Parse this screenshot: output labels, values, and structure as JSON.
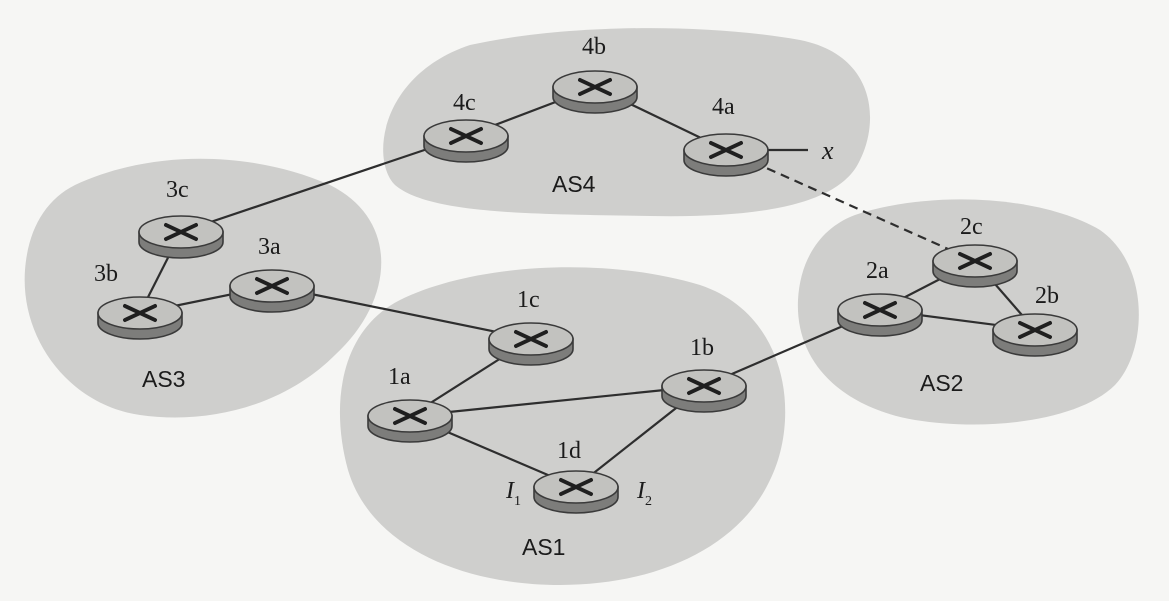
{
  "autonomous_systems": [
    {
      "id": "as1",
      "label": "AS1"
    },
    {
      "id": "as2",
      "label": "AS2"
    },
    {
      "id": "as3",
      "label": "AS3"
    },
    {
      "id": "as4",
      "label": "AS4"
    }
  ],
  "routers": [
    {
      "id": "1a",
      "label": "1a"
    },
    {
      "id": "1b",
      "label": "1b"
    },
    {
      "id": "1c",
      "label": "1c"
    },
    {
      "id": "1d",
      "label": "1d"
    },
    {
      "id": "2a",
      "label": "2a"
    },
    {
      "id": "2b",
      "label": "2b"
    },
    {
      "id": "2c",
      "label": "2c"
    },
    {
      "id": "3a",
      "label": "3a"
    },
    {
      "id": "3b",
      "label": "3b"
    },
    {
      "id": "3c",
      "label": "3c"
    },
    {
      "id": "4a",
      "label": "4a"
    },
    {
      "id": "4b",
      "label": "4b"
    },
    {
      "id": "4c",
      "label": "4c"
    }
  ],
  "links": [
    {
      "from": "4c",
      "to": "4b",
      "style": "solid"
    },
    {
      "from": "4b",
      "to": "4a",
      "style": "solid"
    },
    {
      "from": "3c",
      "to": "4c",
      "style": "solid"
    },
    {
      "from": "3c",
      "to": "3b",
      "style": "solid"
    },
    {
      "from": "3b",
      "to": "3a",
      "style": "solid"
    },
    {
      "from": "3a",
      "to": "1c",
      "style": "solid"
    },
    {
      "from": "1c",
      "to": "1a",
      "style": "solid"
    },
    {
      "from": "1a",
      "to": "1b",
      "style": "solid"
    },
    {
      "from": "1a",
      "to": "1d",
      "style": "solid"
    },
    {
      "from": "1d",
      "to": "1b",
      "style": "solid"
    },
    {
      "from": "1b",
      "to": "2a",
      "style": "solid"
    },
    {
      "from": "2a",
      "to": "2c",
      "style": "solid"
    },
    {
      "from": "2a",
      "to": "2b",
      "style": "solid"
    },
    {
      "from": "2c",
      "to": "2b",
      "style": "solid"
    },
    {
      "from": "4a",
      "to": "2c",
      "style": "dashed"
    }
  ],
  "interfaces": {
    "i1": {
      "letter": "I",
      "sub": "1"
    },
    "i2": {
      "letter": "I",
      "sub": "2"
    }
  },
  "external": {
    "x": {
      "label": "x"
    }
  }
}
